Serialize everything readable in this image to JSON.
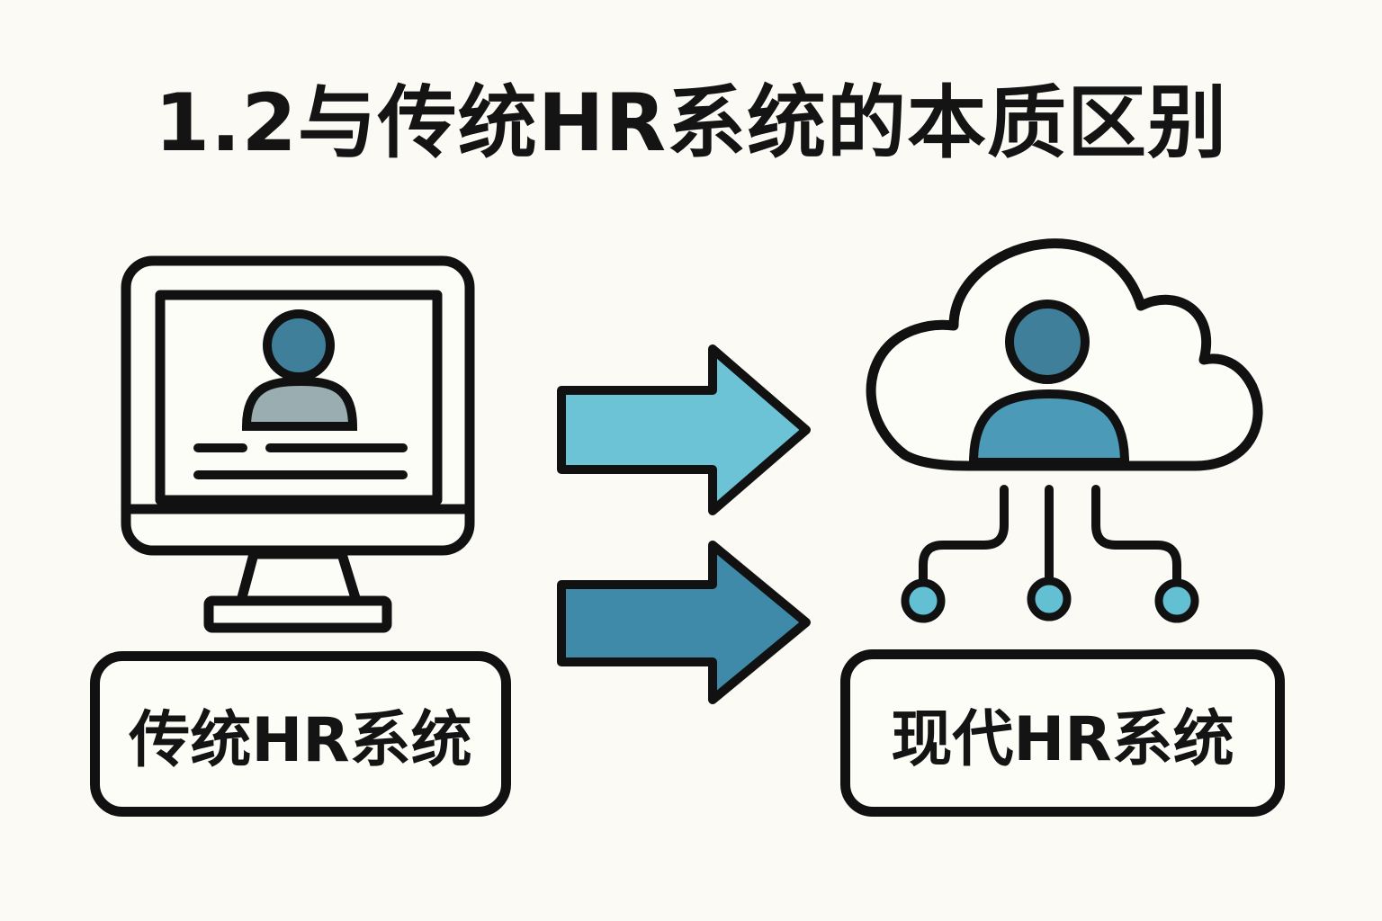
{
  "title": "1.2与传统HR系统的本质区别",
  "left": {
    "label": "传统HR系统"
  },
  "right": {
    "label": "现代HR系统"
  },
  "colors": {
    "stroke": "#111111",
    "background": "#fbfaf4",
    "avatar_head": "#3f7f9a",
    "avatar_body_legacy": "#9aadb0",
    "avatar_body_cloud": "#4b9ab8",
    "arrow_light": "#6cc3d5",
    "arrow_dark": "#3f8aa8",
    "node_fill": "#63c0d2"
  },
  "icons": [
    "computer-monitor-icon",
    "user-icon",
    "cloud-icon",
    "network-nodes-icon",
    "arrow-right-icon"
  ]
}
